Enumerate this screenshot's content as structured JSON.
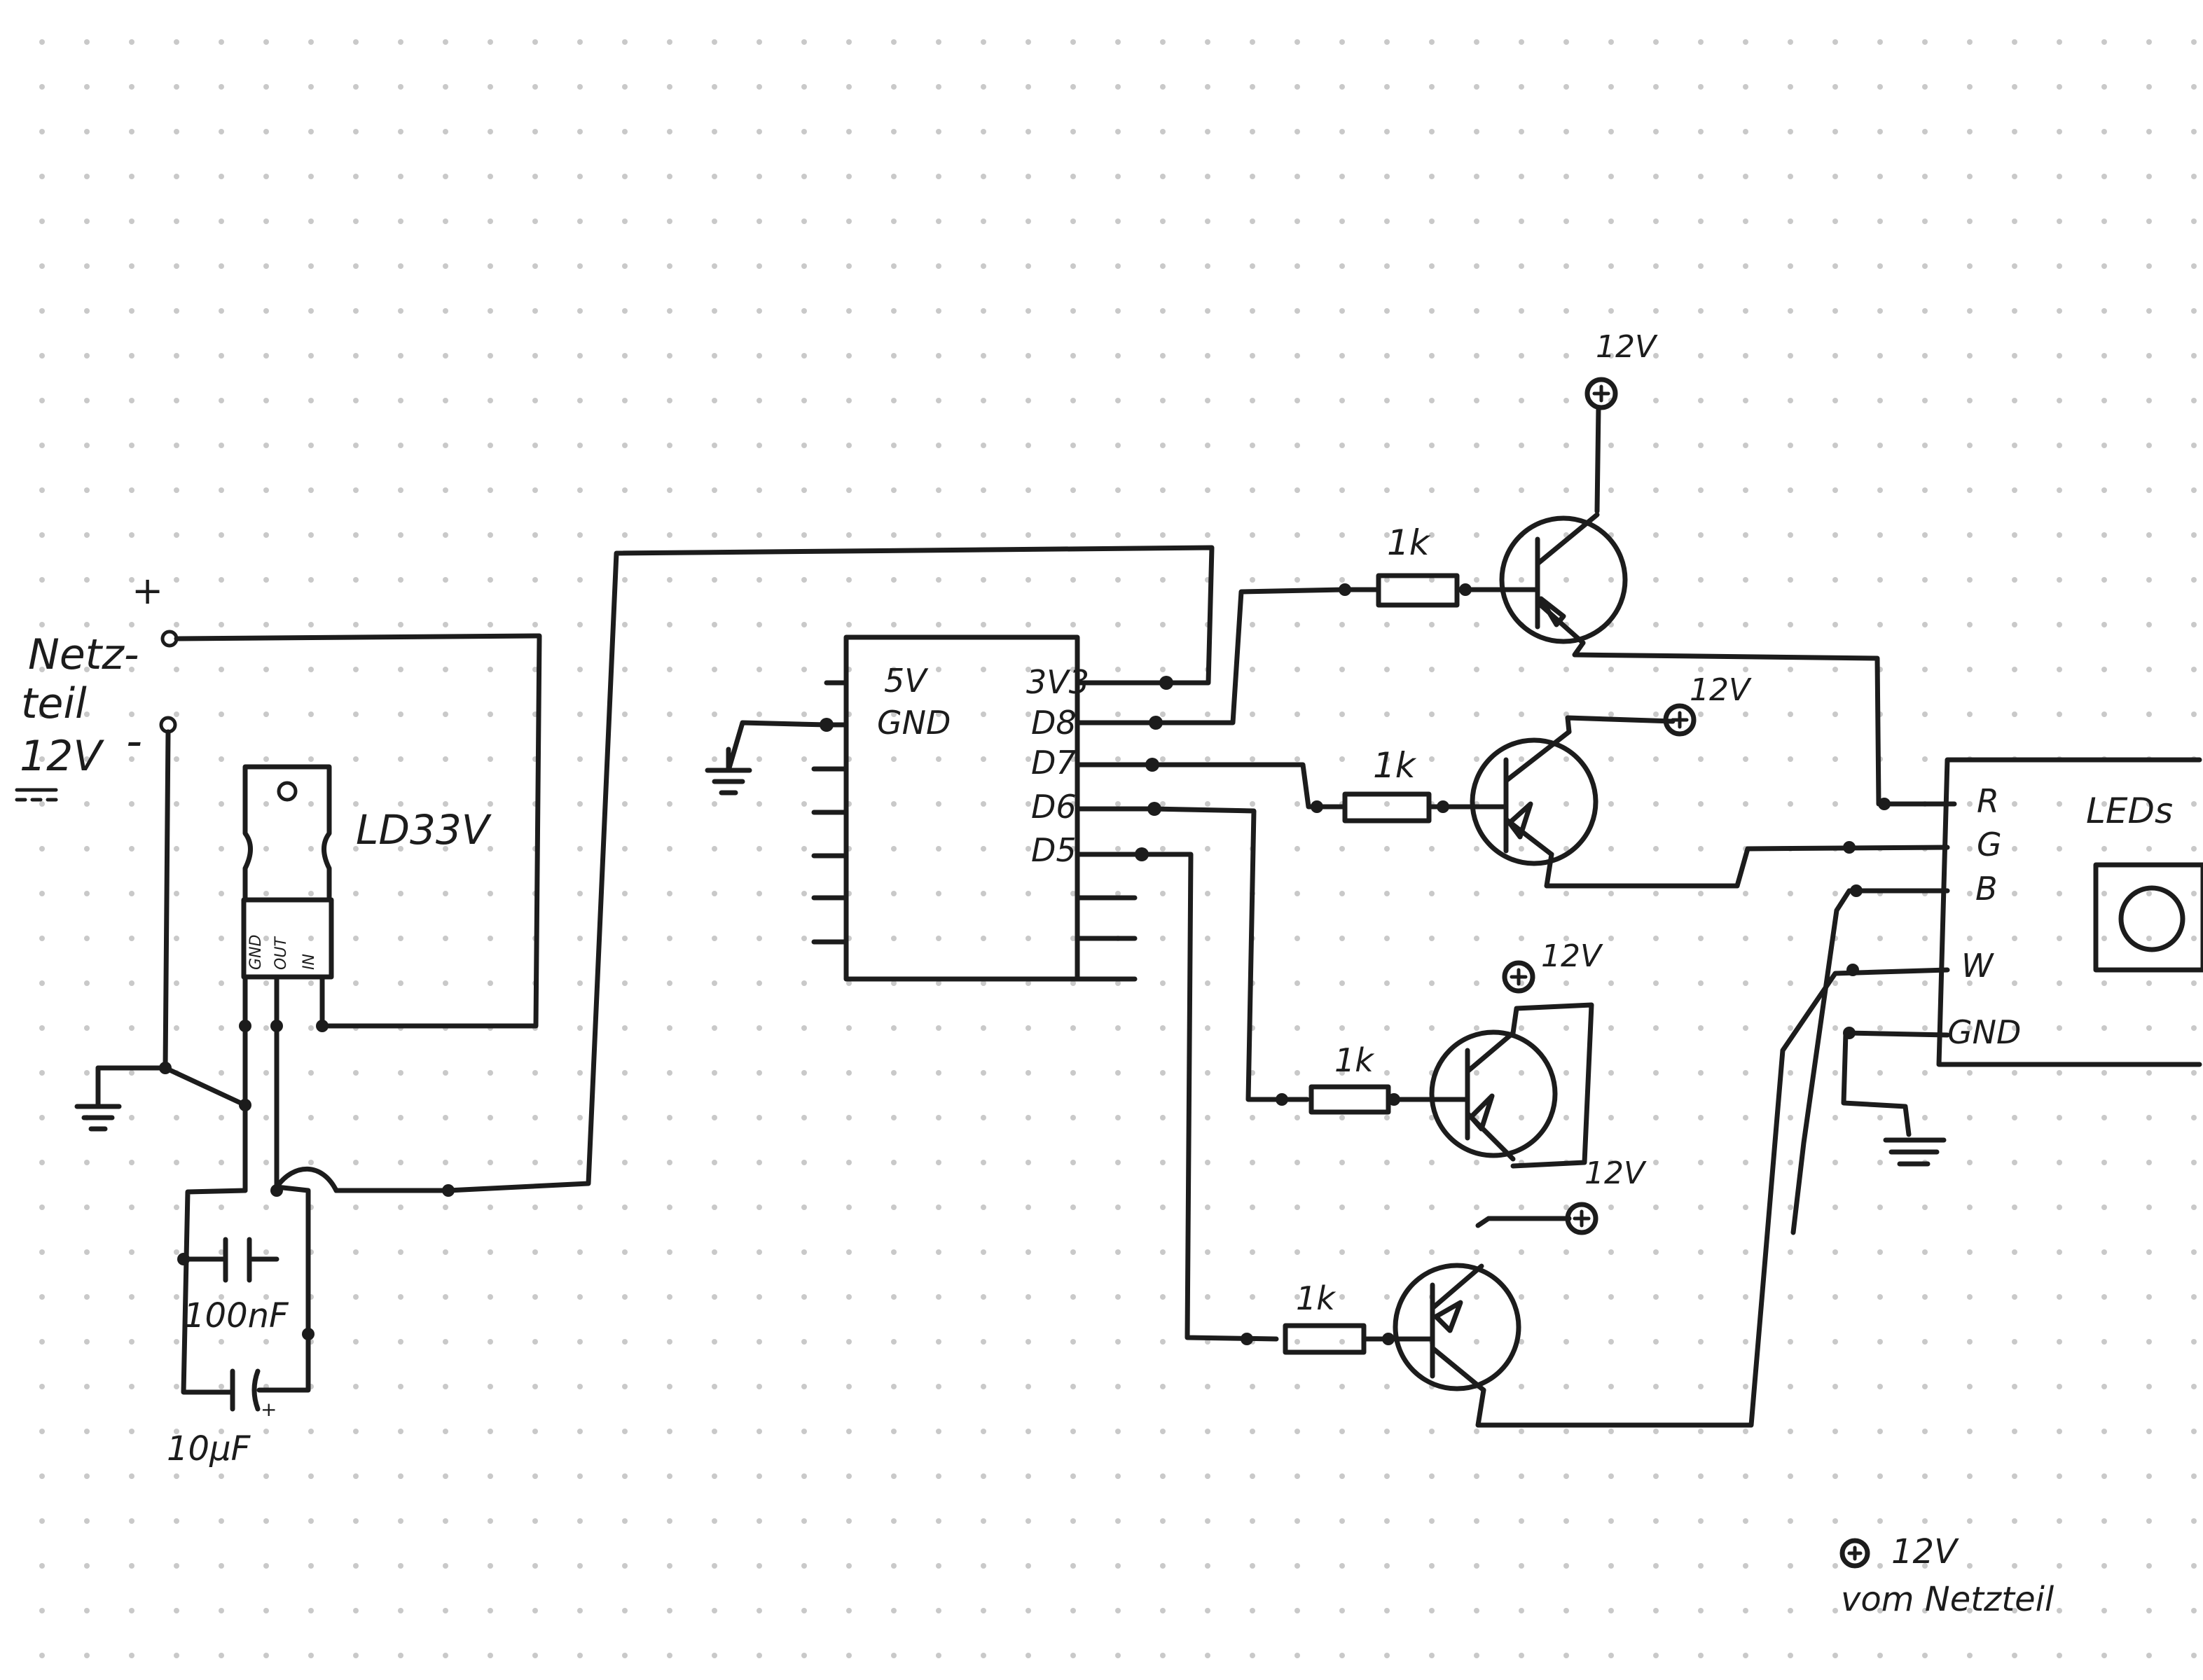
{
  "power_supply": {
    "plus": "+",
    "minus": "-",
    "label_line1": "Netz-",
    "label_line2": "teil",
    "label_line3": "12V",
    "dc_symbol": "⎓"
  },
  "regulator": {
    "name": "LD33V",
    "pin_gnd": "GND",
    "pin_out": "OUT",
    "pin_in": "IN"
  },
  "capacitors": {
    "c1": "100nF",
    "c2": "10µF",
    "c2_polarity": "+"
  },
  "mcu": {
    "pin_5v": "5V",
    "pin_gnd": "GND",
    "pin_3v3": "3V3",
    "pin_d8": "D8",
    "pin_d7": "D7",
    "pin_d6": "D6",
    "pin_d5": "D5"
  },
  "resistors": {
    "r1": "1k",
    "r2": "1k",
    "r3": "1k",
    "r4": "1k"
  },
  "supply_labels": {
    "t1": "12V",
    "t2": "12V",
    "t3": "12V",
    "t4": "12V"
  },
  "led_strip": {
    "title": "LEDs",
    "pin_r": "R",
    "pin_g": "G",
    "pin_b": "B",
    "pin_w": "W",
    "pin_gnd": "GND"
  },
  "legend": {
    "symbol": "+",
    "line1": "12V",
    "line2": "vom Netzteil"
  },
  "colors": {
    "ink": "#1c1c1c",
    "paper": "#ffffff",
    "grid_dot": "#c9c9c9"
  }
}
